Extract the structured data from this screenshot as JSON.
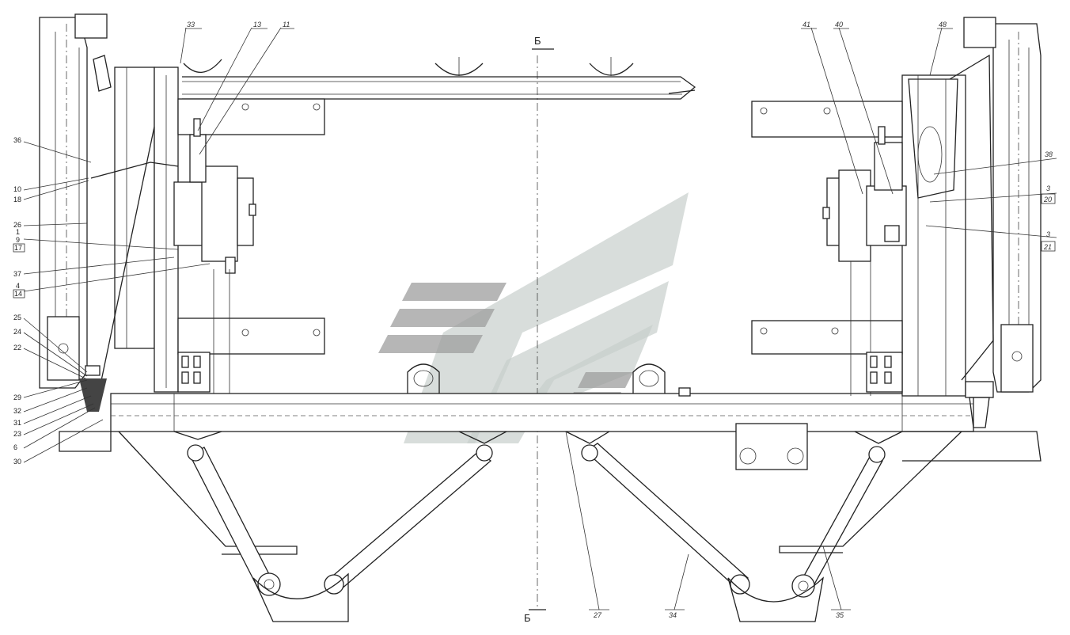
{
  "section_marks": {
    "top": "Б",
    "bottom": "Б"
  },
  "left_callouts": [
    {
      "id": "lbl-36",
      "text": "36"
    },
    {
      "id": "lbl-10",
      "text": "10"
    },
    {
      "id": "lbl-18",
      "text": "18"
    },
    {
      "id": "lbl-26",
      "text": "26"
    },
    {
      "id": "lbl-1",
      "text": "1"
    },
    {
      "id": "lbl-9",
      "text": "9"
    },
    {
      "id": "lbl-17",
      "text": "17"
    },
    {
      "id": "lbl-37",
      "text": "37"
    },
    {
      "id": "lbl-4",
      "text": "4"
    },
    {
      "id": "lbl-14",
      "text": "14"
    },
    {
      "id": "lbl-25",
      "text": "25"
    },
    {
      "id": "lbl-24",
      "text": "24"
    },
    {
      "id": "lbl-22",
      "text": "22"
    },
    {
      "id": "lbl-29",
      "text": "29"
    },
    {
      "id": "lbl-32",
      "text": "32"
    },
    {
      "id": "lbl-31",
      "text": "31"
    },
    {
      "id": "lbl-23",
      "text": "23"
    },
    {
      "id": "lbl-6",
      "text": "6"
    },
    {
      "id": "lbl-30",
      "text": "30"
    }
  ],
  "top_callouts": [
    {
      "id": "lbl-33",
      "text": "33"
    },
    {
      "id": "lbl-13",
      "text": "13"
    },
    {
      "id": "lbl-11",
      "text": "11"
    },
    {
      "id": "lbl-41",
      "text": "41"
    },
    {
      "id": "lbl-40",
      "text": "40"
    },
    {
      "id": "lbl-48",
      "text": "48"
    }
  ],
  "right_callouts": [
    {
      "id": "lbl-38",
      "text": "38"
    },
    {
      "id": "lbl-3a",
      "text": "3"
    },
    {
      "id": "lbl-20",
      "text": "20"
    },
    {
      "id": "lbl-3b",
      "text": "3"
    },
    {
      "id": "lbl-21",
      "text": "21"
    }
  ],
  "bottom_callouts": [
    {
      "id": "lbl-27",
      "text": "27"
    },
    {
      "id": "lbl-34",
      "text": "34"
    },
    {
      "id": "lbl-35",
      "text": "35"
    }
  ],
  "colors": {
    "line": "#222222",
    "watermark_dark": "#9e9e9e",
    "watermark_light": "#c8cfcc"
  }
}
